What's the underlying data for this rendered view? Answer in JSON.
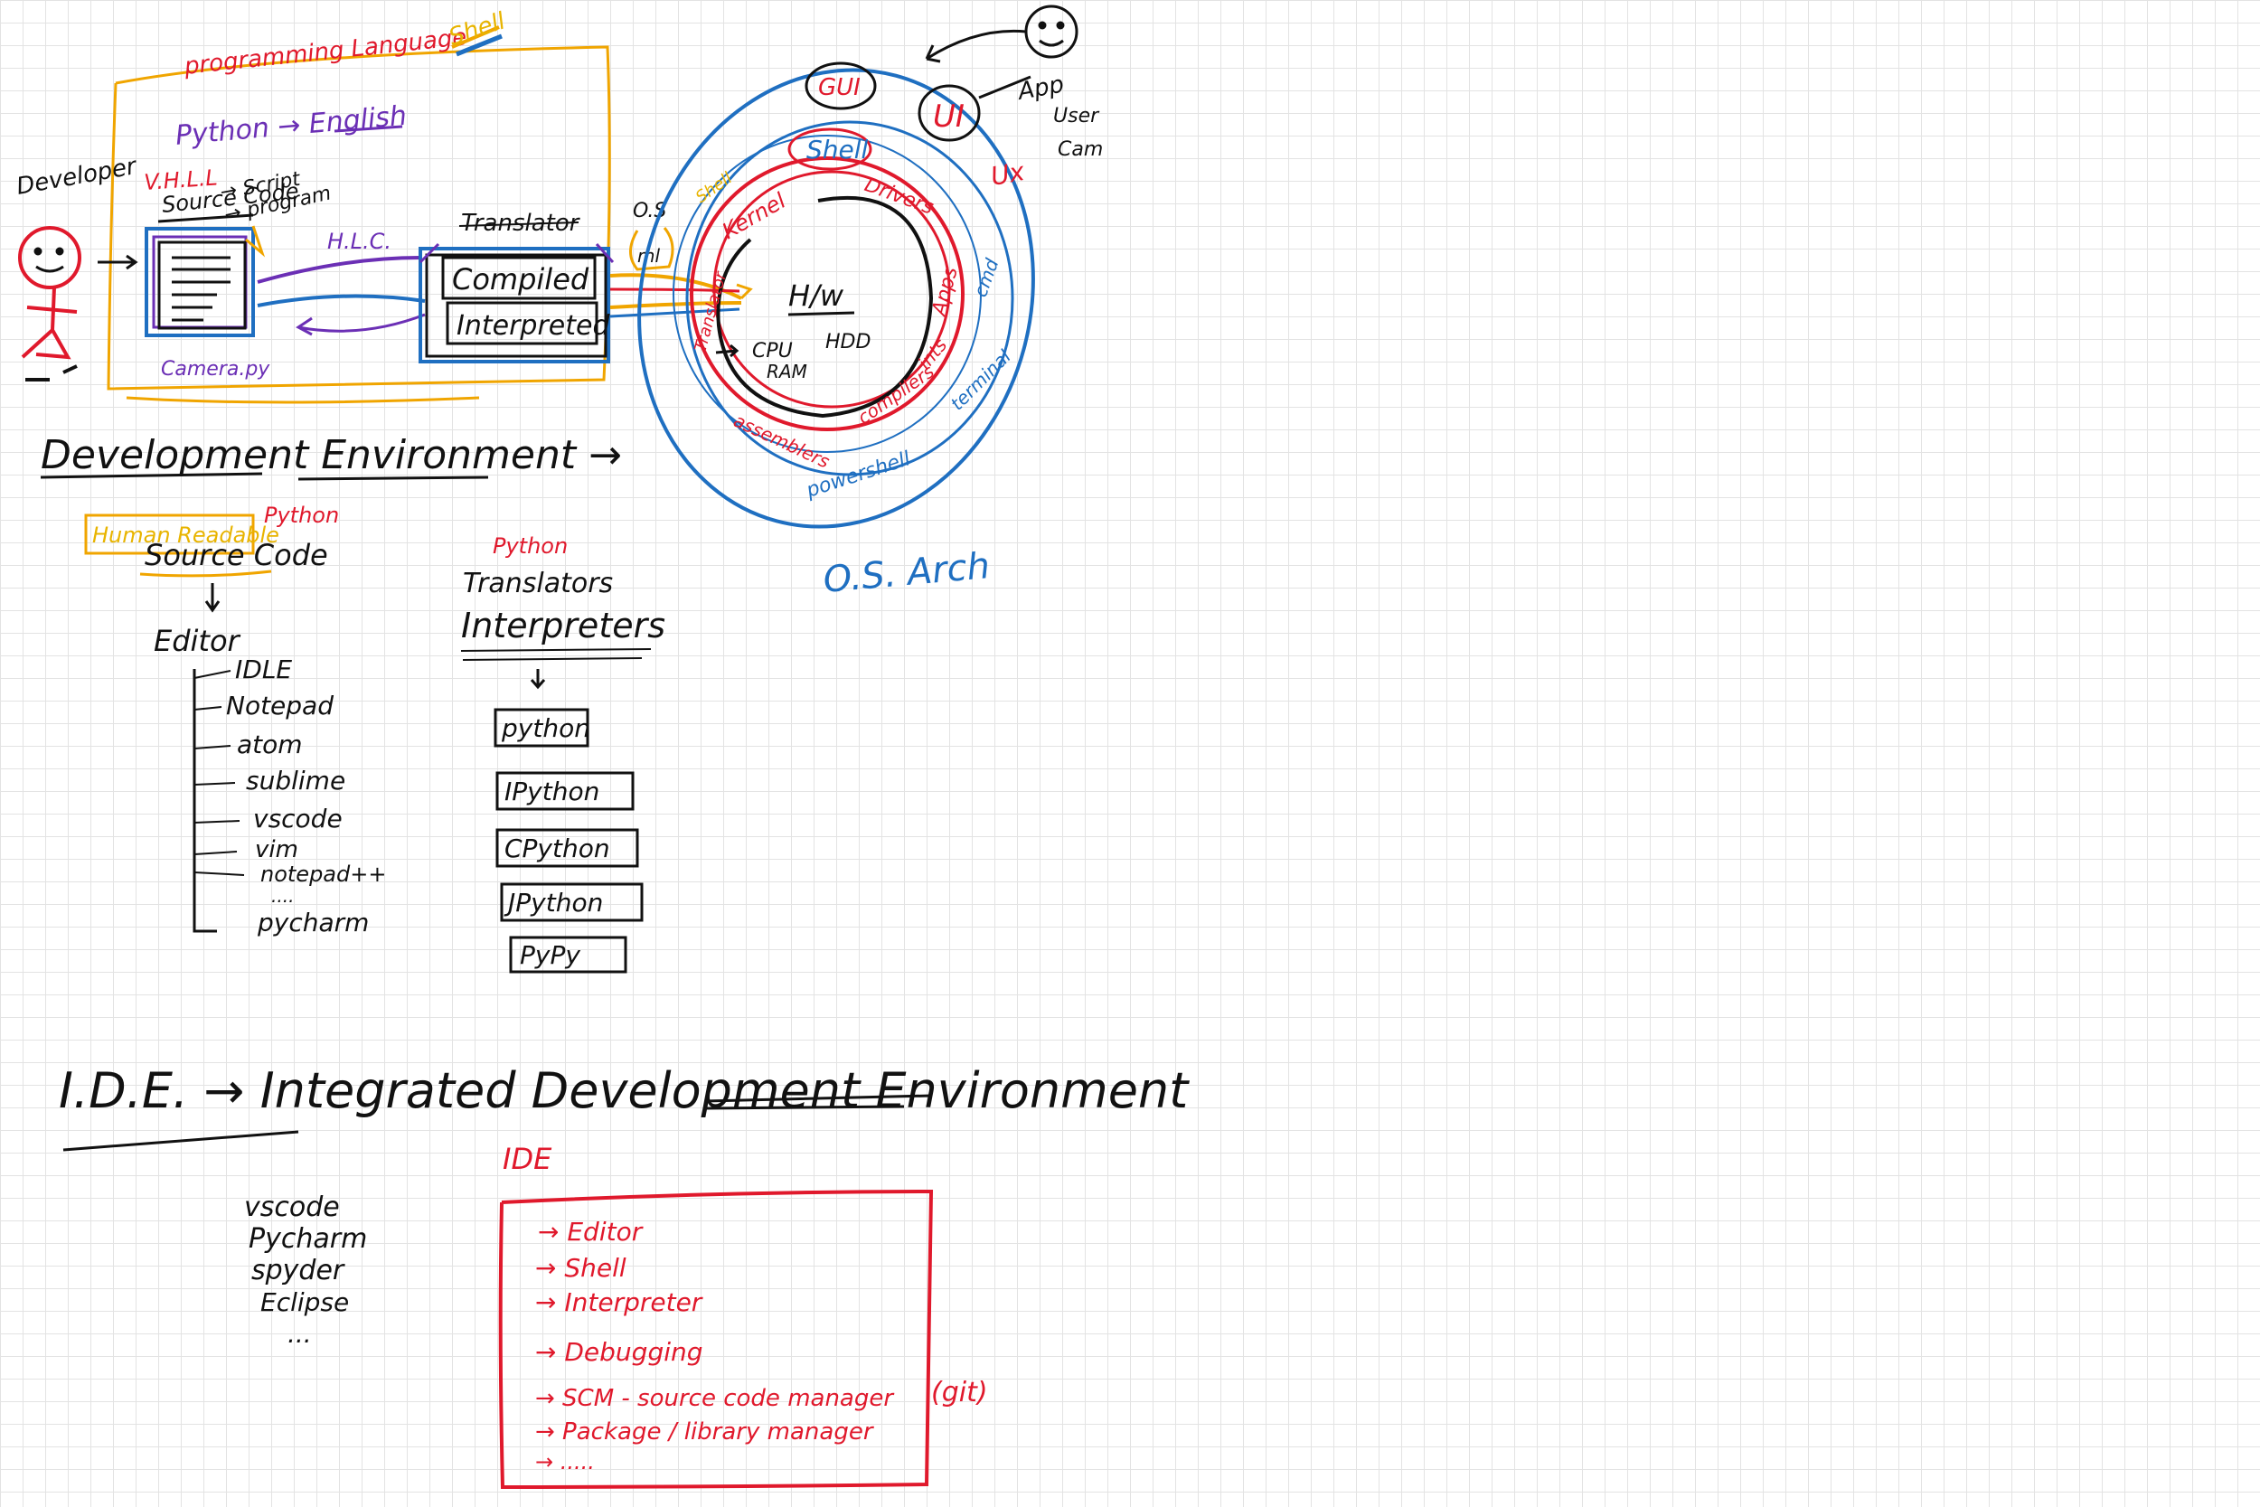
{
  "colors": {
    "ink": "#111111",
    "red": "#e0192c",
    "blue": "#1f6fc1",
    "purple": "#6b2fb5",
    "orange": "#f0a500",
    "grid": "#e3e3e3"
  },
  "icons": [
    "developer-stick-figure",
    "user-stick-figure",
    "source-code-document-icon",
    "arrow"
  ],
  "top": {
    "programming_language": "programming Language",
    "shell_label": "Shell",
    "developer": "Developer",
    "python_to_english": "Python → English",
    "vhll": "V.H.L.L",
    "source_code": "Source Code",
    "script": "→ Script",
    "program": "→ program",
    "hlc": "H.L.C.",
    "translator": "Translator",
    "compiled": "Compiled",
    "interpreted": "Interpreted",
    "file_name": "Camera.py",
    "os_label": "O.S",
    "ml": "ml",
    "gui": "GUI",
    "ui": "UI",
    "app": "App",
    "user": "User",
    "cam": "Cam",
    "ux": "Ux",
    "shell_ring": "Shell",
    "shell_faint": "Shell",
    "kernel": "Kernel",
    "drivers": "Drivers",
    "apps": "Apps",
    "cmd": "cmd",
    "terminal": "terminal",
    "powershell": "powershell",
    "translator_ring": "Translator",
    "assemblers": "assemblers",
    "compilers": "compilers",
    "interpreters": "ints",
    "hw": "H/w",
    "cpu": "CPU",
    "ram": "RAM",
    "hdd": "HDD",
    "os_arch": "O.S. Arch"
  },
  "dev_env": {
    "title": "Development Environment →",
    "human_readable": "Human Readable",
    "python_red": "Python",
    "source_code": "Source Code",
    "editor": "Editor",
    "editors": [
      "IDLE",
      "Notepad",
      "atom",
      "sublime",
      "vscode",
      "vim",
      "notepad++",
      "....",
      "pycharm"
    ],
    "translators_python": "Python",
    "translators": "Translators",
    "interpreters": "Interpreters",
    "interpreter_list": [
      "python",
      "IPython",
      "CPython",
      "JPython",
      "PyPy"
    ]
  },
  "ide": {
    "title": "I.D.E. → Integrated Development Environment",
    "ide_list": [
      "vscode",
      "Pycharm",
      "spyder",
      "Eclipse",
      "..."
    ],
    "box_title": "IDE",
    "features": [
      "→ Editor",
      "→ Shell",
      "→ Interpreter",
      "→ Debugging",
      "→ SCM - source code manager",
      "→ Package / library manager",
      "→ ....."
    ],
    "git_note": "(git)"
  }
}
